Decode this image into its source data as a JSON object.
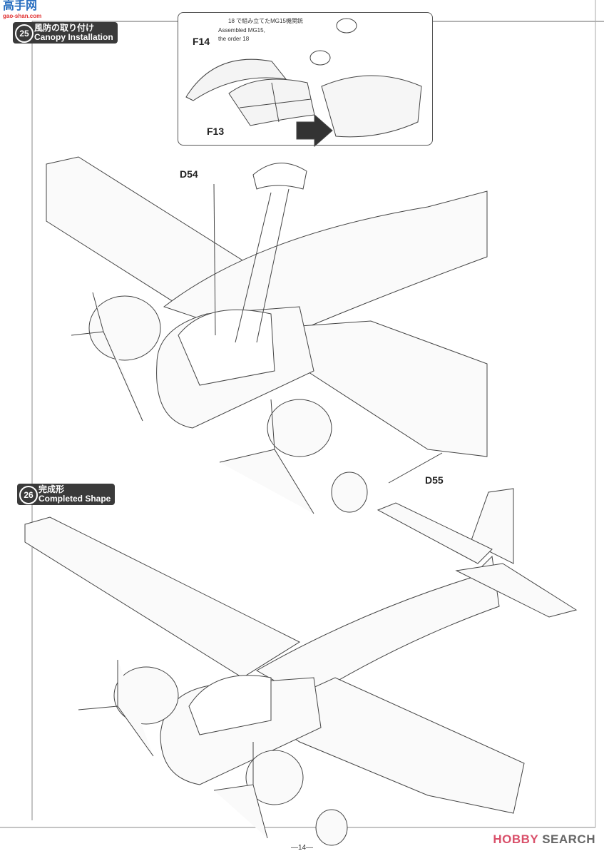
{
  "watermark": {
    "logo_text": "高手网",
    "url_text": "gao-shan.com"
  },
  "step25": {
    "number": "25",
    "title_jp": "風防の取り付け",
    "title_en": "Canopy Installation"
  },
  "callout": {
    "note_jp": "18 で組み立てたMG15機関銃",
    "note_en_1": "Assembled MG15,",
    "note_en_2": "the order 18",
    "parts": [
      "F14",
      "F13"
    ]
  },
  "parts": {
    "d54": "D54",
    "d55": "D55"
  },
  "step26": {
    "number": "26",
    "title_jp": "完成形",
    "title_en": "Completed Shape"
  },
  "footer": {
    "page": "—14—",
    "brand_1": "HOBBY",
    "brand_2": "SEARCH",
    "accent": "#d9506a"
  }
}
